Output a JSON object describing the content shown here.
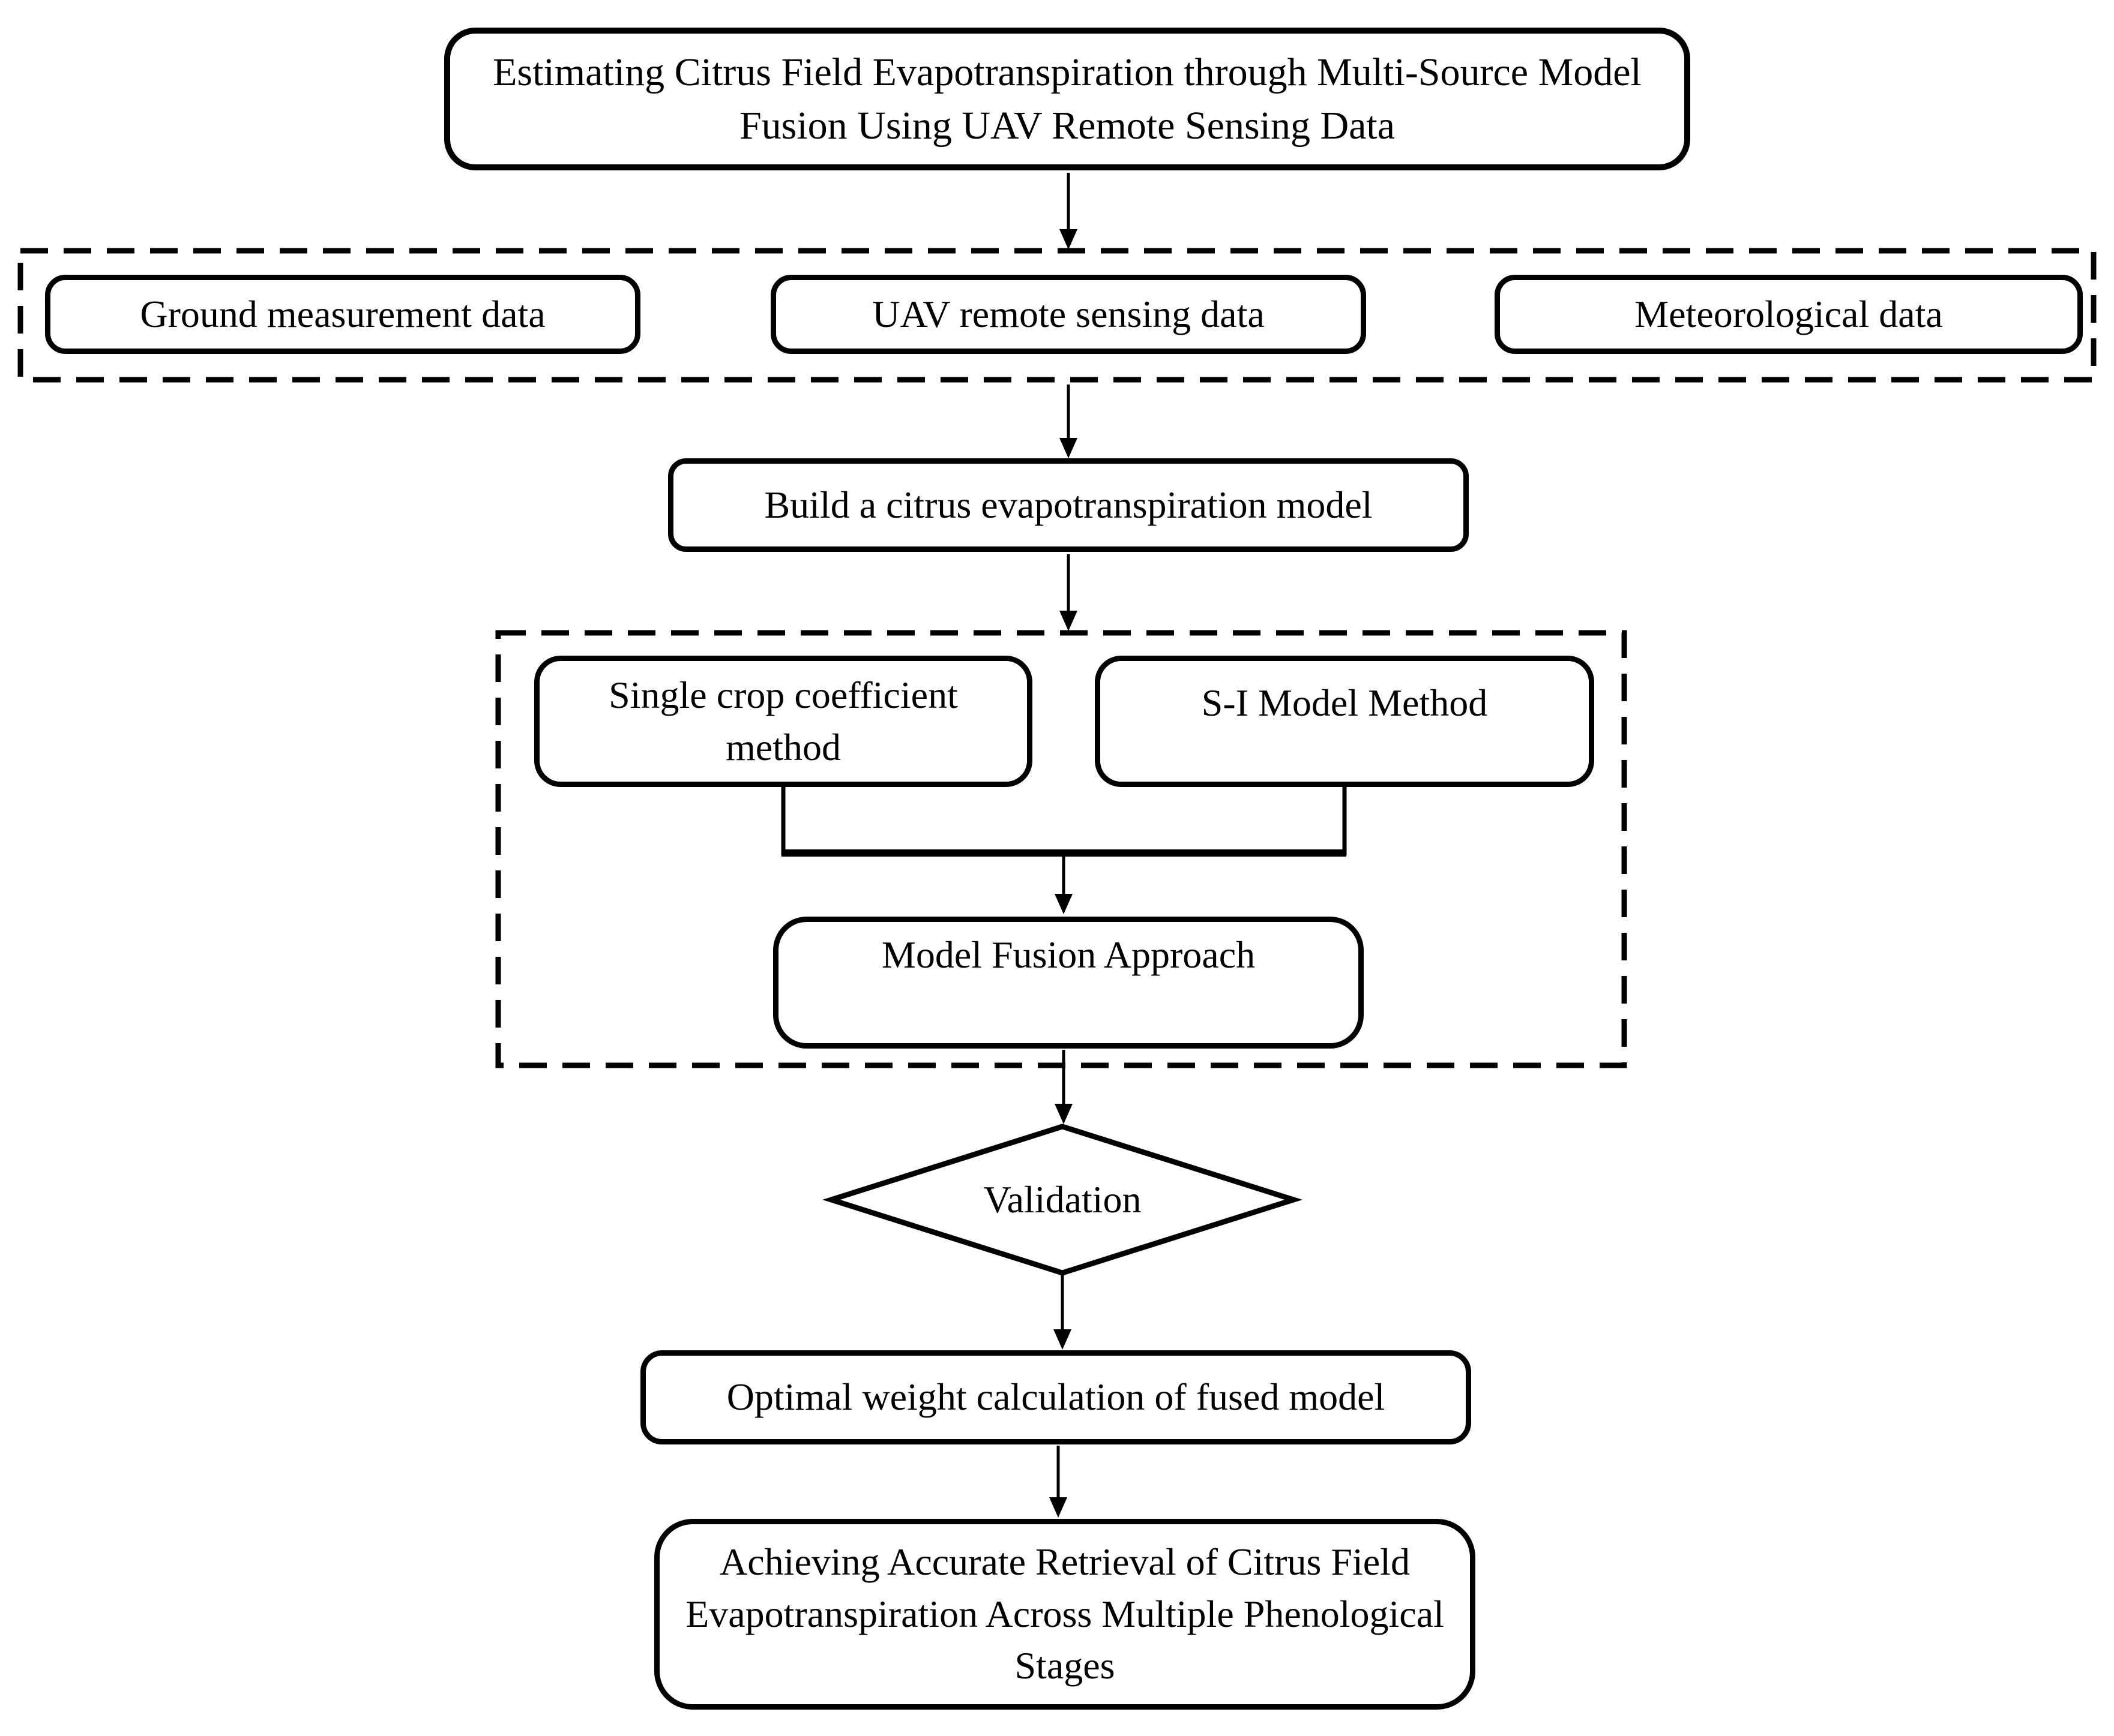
{
  "colors": {
    "ink": "#000000",
    "paper": "#ffffff"
  },
  "flowchart": {
    "title_node": "Estimating Citrus Field Evapotranspiration through Multi-Source Model Fusion Using UAV Remote Sensing Data",
    "data_sources": {
      "items": [
        {
          "label": "Ground measurement data"
        },
        {
          "label": "UAV remote sensing data"
        },
        {
          "label": "Meteorological data"
        }
      ]
    },
    "build_model": "Build a citrus evapotranspiration model",
    "methods": {
      "single_crop": "Single crop coefficient method",
      "si_model": "S-I Model Method",
      "fusion": "Model Fusion Approach"
    },
    "decision": "Validation",
    "optimal_weight": "Optimal weight calculation of fused model",
    "outcome": "Achieving Accurate Retrieval of Citrus Field Evapotranspiration Across Multiple Phenological Stages"
  }
}
